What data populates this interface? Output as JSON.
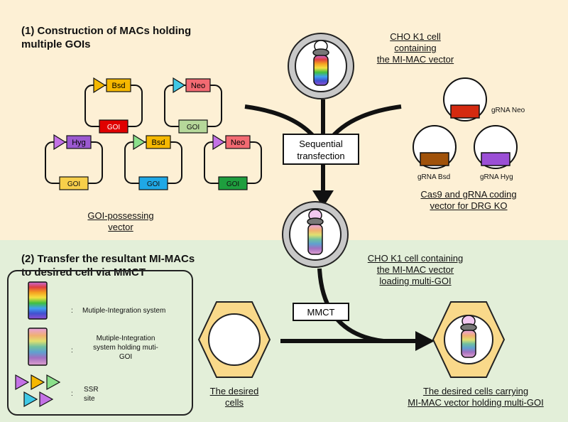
{
  "section1": {
    "title_line1": "(1) Construction of MACs holding",
    "title_line2": "multiple GOIs"
  },
  "section2": {
    "title_line1": "(2) Transfer the resultant MI-MACs",
    "title_line2": "to desired cell via MMCT"
  },
  "vectors": [
    {
      "marker": "Bsd",
      "marker_color": "#f5b800",
      "ssr_color": "#f5b800",
      "goi_label": "GOI",
      "goi_color": "#e00000",
      "goi_text_color": "#ffffff"
    },
    {
      "marker": "Neo",
      "marker_color": "#f26a72",
      "ssr_color": "#3ec9e6",
      "goi_label": "GOI",
      "goi_color": "#b6d89a",
      "goi_text_color": "#111111"
    },
    {
      "marker": "Hyg",
      "marker_color": "#9b59d0",
      "ssr_color": "#c472e6",
      "goi_label": "GOI",
      "goi_color": "#f7cf4a",
      "goi_text_color": "#111111"
    },
    {
      "marker": "Bsd",
      "marker_color": "#f5b800",
      "ssr_color": "#8be08b",
      "goi_label": "GOI",
      "goi_color": "#1fa8e6",
      "goi_text_color": "#111111"
    },
    {
      "marker": "Neo",
      "marker_color": "#f26a72",
      "ssr_color": "#c472e6",
      "goi_label": "GOI",
      "goi_color": "#1e9e3e",
      "goi_text_color": "#111111"
    }
  ],
  "goi_vector_label_line1": "GOI-possessing",
  "goi_vector_label_line2": "vector",
  "cho_cell_top_line1": "CHO K1 cell",
  "cho_cell_top_line2": "containing",
  "cho_cell_top_line3": "the MI-MAC vector",
  "grna_vectors": [
    {
      "label": "gRNA Neo",
      "color": "#d42a10"
    },
    {
      "label": "gRNA Bsd",
      "color": "#a0520a"
    },
    {
      "label": "gRNA Hyg",
      "color": "#9b4fd6"
    }
  ],
  "cas9_label_line1": "Cas9 and gRNA coding",
  "cas9_label_line2": "vector for DRG KO",
  "sequential_line1": "Sequential",
  "sequential_line2": "transfection",
  "cho_cell_mid_line1": "CHO K1 cell containing",
  "cho_cell_mid_line2": "the MI-MAC vector",
  "cho_cell_mid_line3": "loading multi-GOI",
  "mmct_label": "MMCT",
  "desired_cells_line1": "The desired",
  "desired_cells_line2": "cells",
  "result_line1": "The desired cells carrying",
  "result_line2": "MI-MAC vector holding multi-GOI",
  "legend": {
    "item1_sep": ":",
    "item1_text": "Mutiple-Integration system",
    "item2_sep": ":",
    "item2_line1": "Mutiple-Integration",
    "item2_line2": "system holding muti-",
    "item2_line3": "GOI",
    "item3_sep": ":",
    "item3_line1": "SSR",
    "item3_line2": "site"
  },
  "colors": {
    "top_bg": "#fdf0d5",
    "bottom_bg": "#e3efd9",
    "cell_ring": "#c8c8c8",
    "hex_fill": "#f9d98a",
    "rainbow": [
      "#c86ad8",
      "#e04040",
      "#f5a020",
      "#f5e040",
      "#40c040",
      "#40a0f0",
      "#4050d0",
      "#9050d0"
    ]
  }
}
